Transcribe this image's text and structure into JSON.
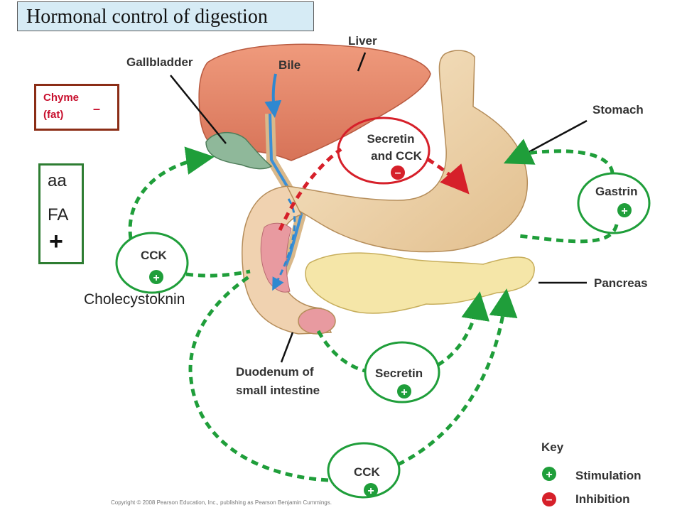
{
  "title": "Hormonal control of digestion",
  "chyme_box": {
    "line1": "Chyme",
    "line2": "(fat)",
    "sign": "–"
  },
  "aa_box": {
    "line1": "aa",
    "line2": "FA",
    "sign": "+"
  },
  "labels": {
    "liver": "Liver",
    "gallbladder": "Gallbladder",
    "bile": "Bile",
    "stomach": "Stomach",
    "secretin_cck_line1": "Secretin",
    "secretin_cck_line2": "and CCK",
    "gastrin": "Gastrin",
    "cck_left": "CCK",
    "pancreas": "Pancreas",
    "cholecystokinin": "Cholecystoknin",
    "duodenum_line1": "Duodenum of",
    "duodenum_line2": "small intestine",
    "secretin": "Secretin",
    "cck_bottom": "CCK"
  },
  "key": {
    "heading": "Key",
    "stimulation_label": "Stimulation",
    "inhibition_label": "Inhibition",
    "plus_symbol": "+",
    "minus_symbol": "–"
  },
  "signs": {
    "plus": "+",
    "minus": "–"
  },
  "copyright": "Copyright © 2008 Pearson Education, Inc., publishing as Pearson Benjamin Cummings.",
  "colors": {
    "stimulation": "#1f9e3a",
    "inhibition": "#d6202a",
    "liver": "#e8896a",
    "stomach": "#f0d9b5",
    "pancreas": "#f5e6a8",
    "gallbladder": "#8fb89a",
    "bile": "#2f88d0",
    "chyme_border": "#8b2d16",
    "aa_border": "#2e7d32",
    "title_bg": "#d6ebf5"
  }
}
